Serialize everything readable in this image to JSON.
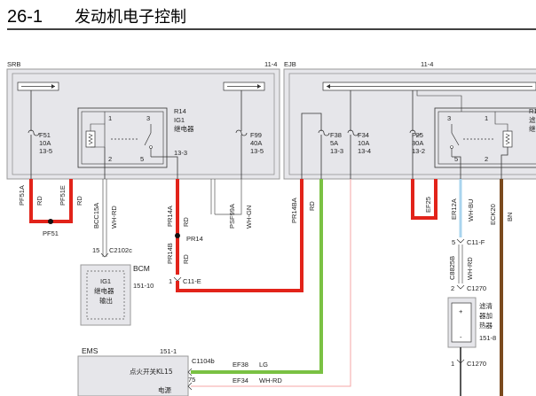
{
  "header": {
    "section": "26-1",
    "title": "发动机电子控制"
  },
  "srb": {
    "name": "SRB",
    "ref": "11-4",
    "fuse_f51": {
      "id": "F51",
      "rating": "10A",
      "ref": "13-5"
    },
    "relay": {
      "id": "R14",
      "name": "IG1",
      "desc": "继电器",
      "ref": "13-3",
      "pins": [
        "1",
        "2",
        "3",
        "5"
      ]
    },
    "fuse_f99": {
      "id": "F99",
      "rating": "40A",
      "ref": "13-5"
    }
  },
  "ejb": {
    "name": "EJB",
    "ref": "11-4",
    "fuse_f38": {
      "id": "F38",
      "rating": "5A",
      "ref": "13-3"
    },
    "fuse_f34": {
      "id": "F34",
      "rating": "10A",
      "ref": "13-4"
    },
    "fuse_f25": {
      "id": "F25",
      "rating": "30A",
      "ref": "13-2"
    },
    "relay": {
      "id_partial": "R1",
      "desc_partial_1": "滤",
      "desc_partial_2": "继",
      "pins": [
        "1",
        "2",
        "3",
        "5"
      ]
    }
  },
  "wires": {
    "pf51a": "PF51A",
    "rd": "RD",
    "pf51e": "PF51E",
    "pf51": "PF51",
    "bcc15a": "BCC15A",
    "wh_rd": "WH-RD",
    "pr14a": "PR14A",
    "pr14": "PR14",
    "pr14b": "PR14B",
    "psf99a": "PSF99A",
    "wh_gn": "WH-GN",
    "pr14ba": "PR14BA",
    "ef25": "EF25",
    "er12a": "ER12A",
    "wh_bu": "WH-BU",
    "eck20": "ECK20",
    "bn": "BN",
    "c8825b": "C8825B",
    "wh_rd2": "WH-RD",
    "ef38": "EF38",
    "lg": "LG",
    "ef34": "EF34",
    "wh_rd3": "WH-RD"
  },
  "connectors": {
    "c2102c": "C2102c",
    "pin_15": "15",
    "c11e": "C11-E",
    "pin_1": "1",
    "c11f": "C11-F",
    "pin_5": "5",
    "c1270a": "C1270",
    "pin_2": "2",
    "c1270b": "C1270",
    "c1104b": "C1104b",
    "pin_75": "75"
  },
  "bcm": {
    "name": "BCM",
    "ref": "151-10",
    "box_l1": "IG1",
    "box_l2": "继电器",
    "box_l3": "输出"
  },
  "heater": {
    "l1": "滤清",
    "l2": "器加",
    "l3": "热器",
    "ref": "151-8",
    "plus": "+",
    "minus": "-"
  },
  "ems": {
    "name": "EMS",
    "ref": "151-1",
    "pin_kl15": "点火开关KL15",
    "pin_power": "电源"
  },
  "colors": {
    "red": "#e2231a",
    "green": "#7ac143",
    "brown": "#7a4a1e",
    "lightblue": "#a9d4ee",
    "pink": "#f4a6a6",
    "module": "#e6e6ea"
  }
}
